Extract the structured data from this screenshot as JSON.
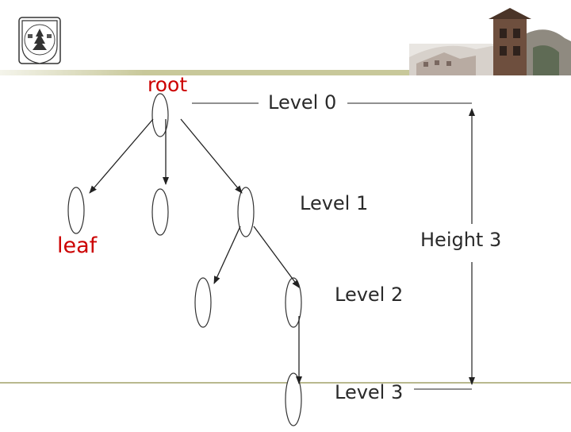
{
  "labels": {
    "root": "root",
    "leaf": "leaf",
    "level0": "Level 0",
    "level1": "Level 1",
    "level2": "Level 2",
    "level3": "Level 3",
    "height": "Height 3"
  },
  "colors": {
    "highlight_label": "#cc0000",
    "text": "#2a2a2a",
    "header_bar": "#c8c89a",
    "bottom_rule": "#b9b98e"
  },
  "icons": {
    "logo": "university-seal-icon",
    "banner": "campus-tower-photo"
  }
}
